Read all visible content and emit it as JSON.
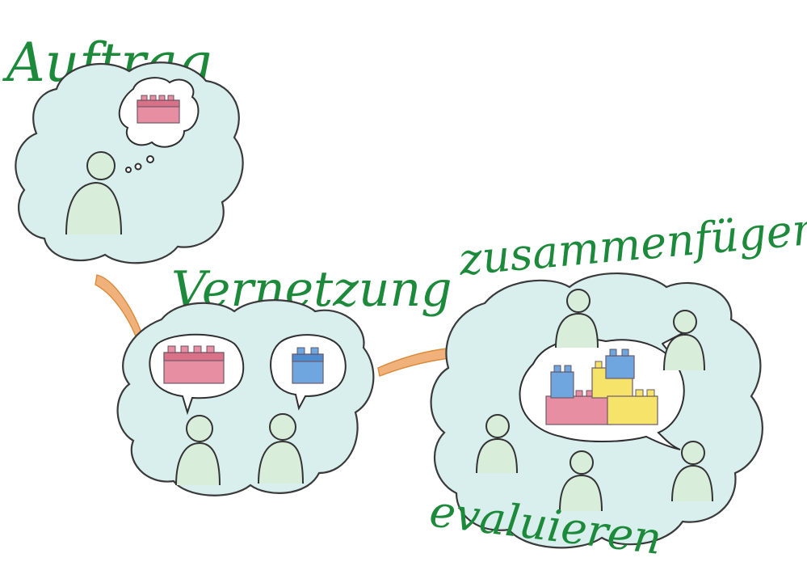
{
  "labels": {
    "step1": "Auftrag",
    "step2": "Vernetzung",
    "step3": "zusammenfügen",
    "step4": "evaluieren"
  },
  "colors": {
    "handwriting": "#1c8a3a",
    "cloud_fill": "#d9efee",
    "person_fill": "#d8eedb",
    "brick_red": "#e78ea3",
    "brick_blue": "#6fa6df",
    "brick_yellow": "#f5e36a",
    "arrow": "#f0b27a"
  },
  "icons": [
    "cloud-icon",
    "thought-bubble-icon",
    "speech-bubble-icon",
    "person-icon",
    "lego-brick-icon",
    "arrow-icon"
  ]
}
